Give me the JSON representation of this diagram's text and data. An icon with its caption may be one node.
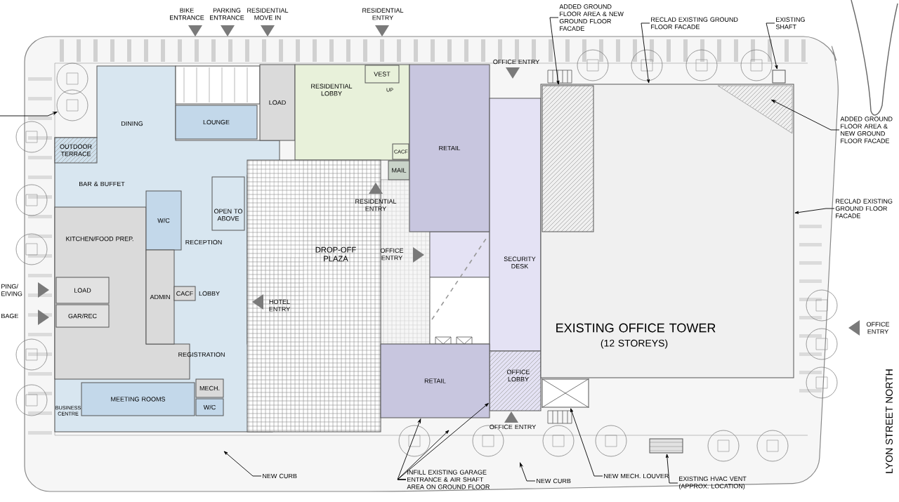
{
  "diagram": {
    "nodes": [
      {
        "text": [
          "DINING"
        ]
      },
      {
        "text": [
          "LOUNGE"
        ]
      },
      {
        "text": [
          "OUTDOOR TERRACE"
        ]
      },
      {
        "text": [
          "BAR & BUFFET"
        ]
      },
      {
        "text": [
          "W/C"
        ]
      },
      {
        "text": [
          "OPEN TO ABOVE"
        ]
      },
      {
        "text": [
          "RECEPTION"
        ]
      },
      {
        "text": [
          "KITCHEN/FOOD PREP."
        ]
      },
      {
        "text": [
          "LOAD"
        ]
      },
      {
        "text": [
          "GAR/REC"
        ]
      },
      {
        "text": [
          "ADMIN"
        ]
      },
      {
        "text": [
          "CACF"
        ]
      },
      {
        "text": [
          "LOBBY"
        ]
      },
      {
        "text": [
          "REGISTRATION"
        ]
      },
      {
        "text": [
          "MECH."
        ]
      },
      {
        "text": [
          "W/C"
        ]
      },
      {
        "text": [
          "MEETING ROOMS"
        ]
      },
      {
        "text": [
          "BUSINESS CENTRE"
        ]
      },
      {
        "text": [
          "LOAD"
        ]
      },
      {
        "text": [
          "RESIDENTIAL LOBBY"
        ]
      },
      {
        "text": [
          "VEST"
        ],
        "in": 19
      },
      {
        "text": [
          "CACF"
        ],
        "in": 19
      },
      {
        "text": [
          "MAIL"
        ]
      },
      {
        "text": [
          "RETAIL"
        ]
      },
      {
        "text": [
          "DROP-OFF PLAZA"
        ]
      },
      {
        "text": [
          "SECURITY DESK"
        ]
      },
      {
        "text": [
          "OFFICE LOBBY"
        ]
      },
      {
        "text": [
          "RETAIL"
        ]
      },
      {
        "text": [
          "EXISTING OFFICE TOWER",
          "(12 STOREYS)"
        ]
      },
      {
        "text": [],
        "shape": "box",
        "in": 28
      },
      {
        "text": [],
        "shape": "triangle",
        "in": 28
      },
      {
        "text": [],
        "shape": "box"
      },
      {
        "text": [],
        "shape": "box"
      },
      {
        "text": [
          "ADDED GROUND FLOOR AREA & NEW GROUND FLOOR FACADE"
        ]
      },
      {
        "text": [
          "RECLAD EXISTING GROUND FLOOR FACADE"
        ]
      },
      {
        "text": [
          "EXISTING SHAFT"
        ]
      },
      {
        "text": [
          "ADDED GROUND FLOOR AREA & NEW GROUND FLOOR FACADE"
        ]
      },
      {
        "text": [
          "RECLAD EXISTING GROUND FLOOR FACADE"
        ]
      },
      {
        "text": [
          "NEW CURB"
        ]
      },
      {
        "text": [
          "INFILL EXISTING GARAGE ENTRANCE & AIR SHAFT AREA ON GROUND FLOOR"
        ]
      },
      {
        "text": [
          "NEW CURB"
        ]
      },
      {
        "text": [
          "NEW MECH. LOUVER"
        ]
      },
      {
        "text": [
          "EXISTING HVAC VENT (APPROX. LOCATION)"
        ]
      },
      {
        "text": [],
        "shape": "box"
      },
      {
        "text": [],
        "shape": "circle"
      }
    ],
    "edges": [
      {
        "from": 33,
        "to": 29,
        "arrow": "to"
      },
      {
        "from": 34,
        "to": 28,
        "arrow": "to"
      },
      {
        "from": 35,
        "to": 43,
        "arrow": "to"
      },
      {
        "from": 36,
        "to": 30,
        "arrow": "to"
      },
      {
        "from": 37,
        "to": 28,
        "arrow": "to"
      },
      {
        "from": 38,
        "to": null,
        "arrow": "to"
      },
      {
        "from": 39,
        "to": 27,
        "arrow": "to"
      },
      {
        "from": 39,
        "to": 26,
        "arrow": "to"
      },
      {
        "from": 39,
        "to": null,
        "arrow": "to"
      },
      {
        "from": 40,
        "to": null,
        "arrow": "to"
      },
      {
        "from": 41,
        "to": 31,
        "arrow": "to"
      },
      {
        "from": 42,
        "to": 32,
        "arrow": "to"
      },
      {
        "from": null,
        "to": 44,
        "arrow": "to"
      }
    ],
    "labels": [
      "BIKE ENTRANCE",
      "PARKING ENTRANCE",
      "RESIDENTIAL MOVE IN",
      "RESIDENTIAL ENTRY",
      "OFFICE ENTRY",
      "UP",
      "RESIDENTIAL ENTRY",
      "OFFICE ENTRY",
      "HOTEL ENTRY",
      "OFFICE ENTRY",
      "OFFICE ENTRY",
      "PING/ EIVING",
      "BAGE",
      "LYON STREET NORTH"
    ]
  }
}
